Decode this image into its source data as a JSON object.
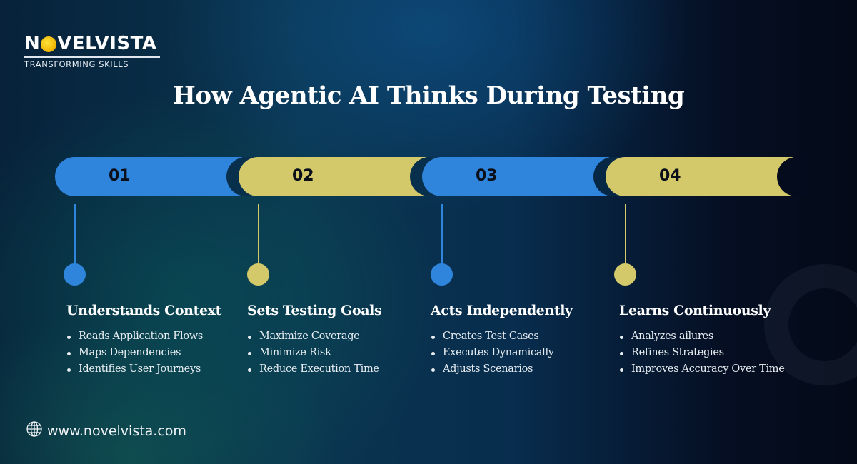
{
  "brand": {
    "name_prefix": "N",
    "name_suffix": "VELVISTA",
    "tagline": "TRANSFORMING SKILLS"
  },
  "title": "How Agentic AI Thinks During Testing",
  "colors": {
    "blue": "#2f84dc",
    "gold": "#d4c96a",
    "background_dark": "#050e22",
    "background_teal": "#0a3a48"
  },
  "steps": [
    {
      "number": "01",
      "color": "blue",
      "heading": "Understands Context",
      "bullets": [
        "Reads Application Flows",
        "Maps Dependencies",
        "Identifies User Journeys"
      ]
    },
    {
      "number": "02",
      "color": "gold",
      "heading": "Sets Testing Goals",
      "bullets": [
        "Maximize Coverage",
        "Minimize Risk",
        "Reduce Execution Time"
      ]
    },
    {
      "number": "03",
      "color": "blue",
      "heading": "Acts Independently",
      "bullets": [
        "Creates Test Cases",
        "Executes Dynamically",
        "Adjusts Scenarios"
      ]
    },
    {
      "number": "04",
      "color": "gold",
      "heading": "Learns Continuously",
      "bullets": [
        "Analyzes ailures",
        "Refines Strategies",
        "Improves Accuracy Over Time"
      ]
    }
  ],
  "footer": {
    "icon": "globe-icon",
    "url": "www.novelvista.com"
  }
}
